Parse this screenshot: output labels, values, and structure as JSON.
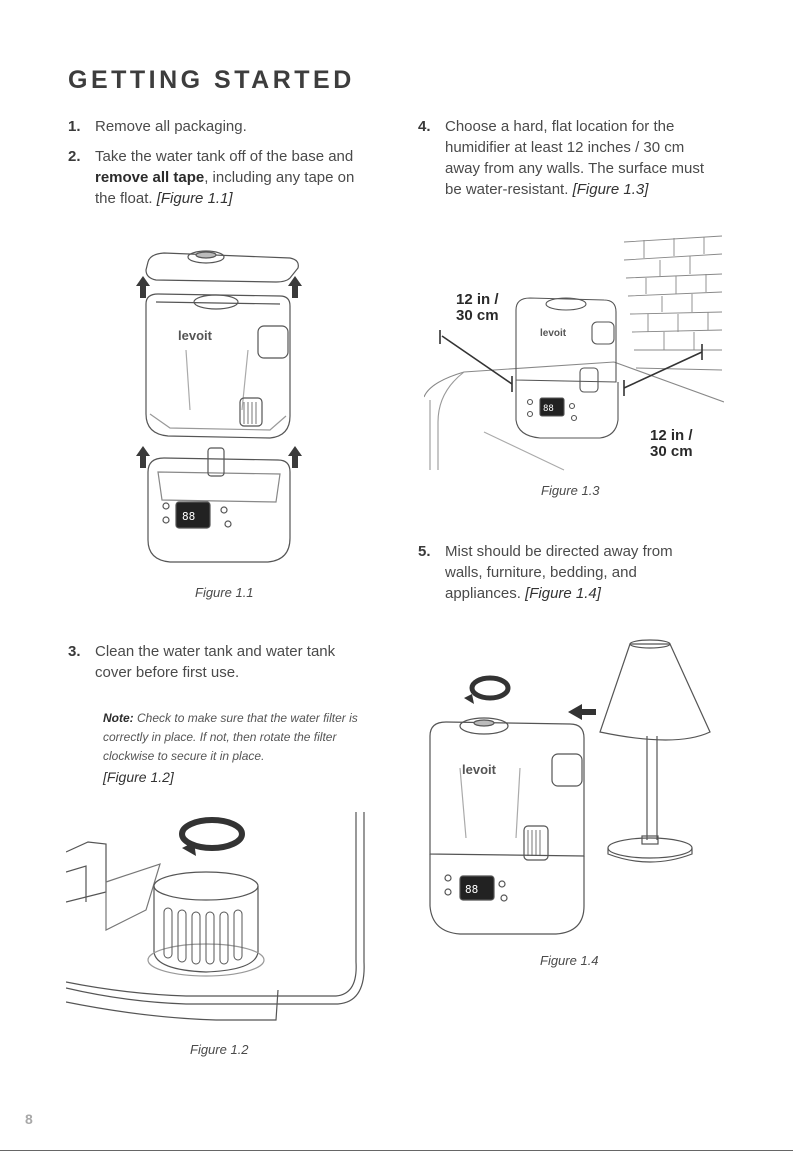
{
  "page": {
    "title": "GETTING STARTED",
    "page_number": "8"
  },
  "steps": [
    {
      "num": "1.",
      "text": "Remove all packaging."
    },
    {
      "num": "2.",
      "pre": "Take the water tank off of the base and ",
      "bold": "remove all tape",
      "post": ", including any tape on the float. ",
      "ref": "[Figure 1.1]"
    },
    {
      "num": "3.",
      "text": "Clean the water tank and water tank cover before first use."
    },
    {
      "num": "4.",
      "text": "Choose a hard, flat location for the humidifier at least 12 inches / 30 cm away from any walls. The surface must be water-resistant. ",
      "ref": "[Figure 1.3]"
    },
    {
      "num": "5.",
      "text": "Mist should be directed away from walls, furniture, bedding, and appliances. ",
      "ref": "[Figure 1.4]"
    }
  ],
  "note": {
    "label": "Note:",
    "text": " Check to make sure that the water filter is correctly in place. If not, then rotate the filter clockwise to secure it in place.",
    "ref": "[Figure 1.2]"
  },
  "figures": {
    "fig11": {
      "caption": "Figure 1.1",
      "brand": "levoit",
      "display": "88"
    },
    "fig12": {
      "caption": "Figure 1.2"
    },
    "fig13": {
      "caption": "Figure 1.3",
      "brand": "levoit",
      "display": "88",
      "dim_left_1": "12 in /",
      "dim_left_2": "30 cm",
      "dim_right_1": "12 in /",
      "dim_right_2": "30 cm"
    },
    "fig14": {
      "caption": "Figure 1.4",
      "brand": "levoit",
      "display": "88"
    }
  },
  "colors": {
    "line": "#555555",
    "arrow": "#3a3a3a",
    "text": "#4a4a4a"
  }
}
